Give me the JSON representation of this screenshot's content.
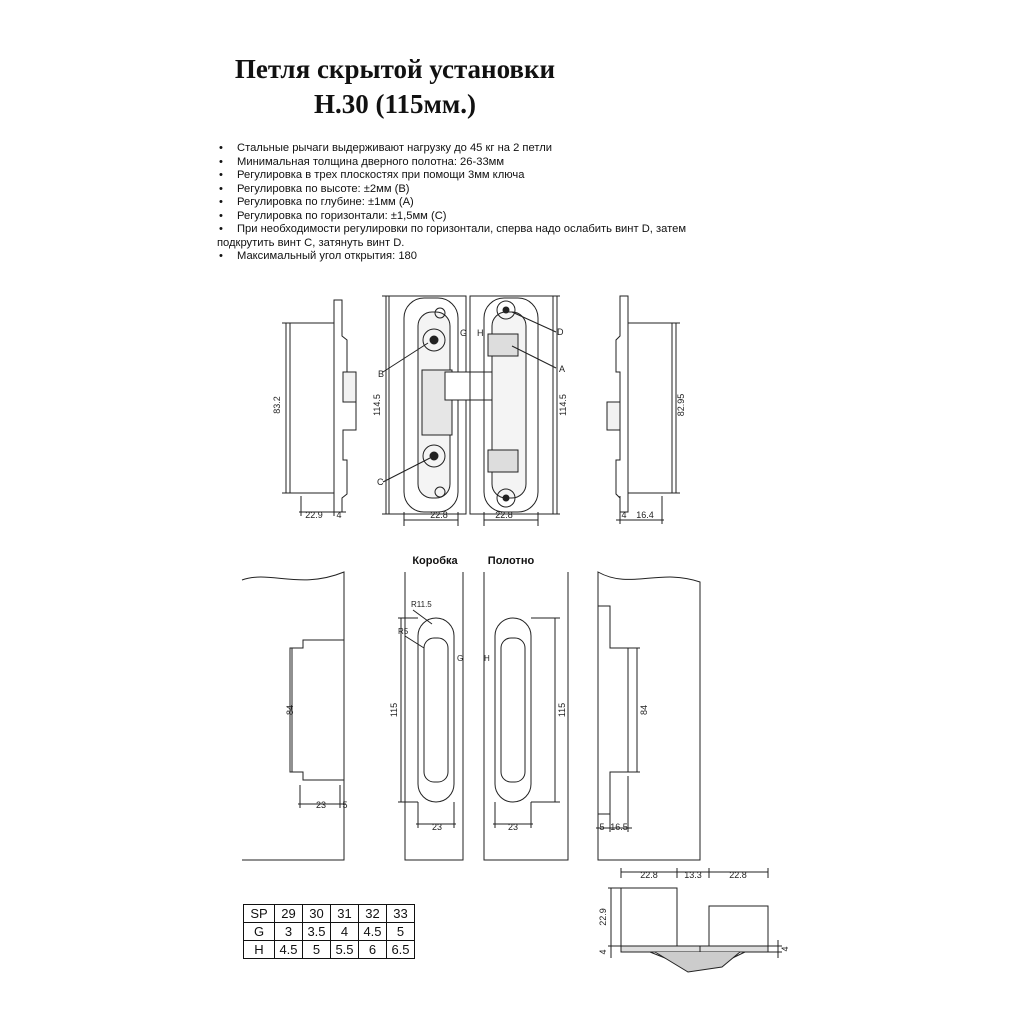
{
  "title": {
    "line1": "Петля скрытой установки",
    "line2": "Н.30 (115мм.)"
  },
  "specs": [
    "Стальные рычаги выдерживают нагрузку до 45 кг на 2 петли",
    "Минимальная толщина дверного полотна: 26-33мм",
    "Регулировка в трех плоскостях при помощи 3мм ключа",
    "Регулировка по высоте: ±2мм (B)",
    "Регулировка по глубине: ±1мм (А)",
    "Регулировка по горизонтали: ±1,5мм (С)"
  ],
  "spec_wrap": {
    "line1": "При необходимости регулировки по горизонтали, сперва надо ослабить винт D, затем",
    "line2": "подкрутить винт С, затянуть винт D."
  },
  "spec_last": "Максимальный угол открытия: 180",
  "top_drawing": {
    "dim_left_height": "83.2",
    "dim_frame_height": "114.5",
    "dim_leaf_height": "114.5",
    "dim_right_height": "82.95",
    "dim_left_width": "22.9",
    "dim_left_small": "4",
    "dim_frame_width": "22.8",
    "dim_leaf_width": "22.8",
    "dim_right_small": "4",
    "dim_right_width": "16.4",
    "label_B": "B",
    "label_C": "C",
    "label_G": "G",
    "label_H": "H",
    "label_D": "D",
    "label_A": "A"
  },
  "mid_drawing": {
    "label_frame": "Коробка",
    "label_leaf": "Полотно",
    "radius_outer": "R11.5",
    "radius_inner": "R5",
    "label_G": "G",
    "label_H": "H",
    "dim_left_height": "84",
    "dim_frame_height": "115",
    "dim_leaf_height": "115",
    "dim_right_height": "84",
    "dim_left_width": "23",
    "dim_left_small": "5",
    "dim_frame_width": "23",
    "dim_leaf_width": "23",
    "dim_right_small": "5",
    "dim_right_width": "16.5"
  },
  "bottom_drawing": {
    "dim_w1": "22.8",
    "dim_gap": "13.3",
    "dim_w2": "22.8",
    "dim_height": "22.9",
    "dim_base_left": "4",
    "dim_base_right": "4"
  },
  "table": {
    "rows": [
      [
        "SP",
        "29",
        "30",
        "31",
        "32",
        "33"
      ],
      [
        "G",
        "3",
        "3.5",
        "4",
        "4.5",
        "5"
      ],
      [
        "H",
        "4.5",
        "5",
        "5.5",
        "6",
        "6.5"
      ]
    ]
  }
}
